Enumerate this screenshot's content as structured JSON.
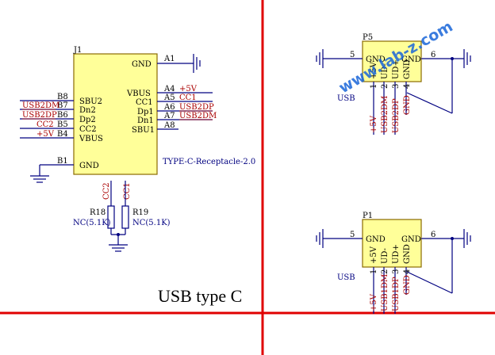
{
  "title": "USB type C",
  "watermark": "www.lab-z.com",
  "j1": {
    "ref": "J1",
    "part": "TYPE-C-Receptacle-2.0",
    "left_pins": [
      {
        "num": "B8",
        "name": "SBU2",
        "net": ""
      },
      {
        "num": "B7",
        "name": "Dn2",
        "net": "USB2DM"
      },
      {
        "num": "B6",
        "name": "Dp2",
        "net": "USB2DP"
      },
      {
        "num": "B5",
        "name": "CC2",
        "net": "CC2"
      },
      {
        "num": "B4",
        "name": "VBUS",
        "net": "+5V"
      },
      {
        "num": "B1",
        "name": "GND",
        "net": ""
      }
    ],
    "right_pins": [
      {
        "num": "A1",
        "name": "GND",
        "net": ""
      },
      {
        "num": "A4",
        "name": "VBUS",
        "net": "+5V"
      },
      {
        "num": "A5",
        "name": "CC1",
        "net": "CC1"
      },
      {
        "num": "A6",
        "name": "Dp1",
        "net": "USB2DP"
      },
      {
        "num": "A7",
        "name": "Dn1",
        "net": "USB2DM"
      },
      {
        "num": "A8",
        "name": "SBU1",
        "net": ""
      }
    ]
  },
  "resistors": [
    {
      "ref": "R18",
      "value": "NC(5.1K)",
      "net": "CC2"
    },
    {
      "ref": "R19",
      "value": "NC(5.1K)",
      "net": "CC1"
    }
  ],
  "p5": {
    "ref": "P5",
    "label": "USB",
    "pin_left_num": "5",
    "pin_left_name": "GND",
    "pin_right_num": "6",
    "pin_right_name": "GND",
    "bottom_pins": [
      {
        "num": "1",
        "name": "+5V",
        "net": "+5V"
      },
      {
        "num": "2",
        "name": "UD-",
        "net": "USB2DM"
      },
      {
        "num": "3",
        "name": "UD+",
        "net": "USB2DP"
      },
      {
        "num": "4",
        "name": "GND",
        "net": "GND"
      }
    ]
  },
  "p1": {
    "ref": "P1",
    "label": "USB",
    "pin_left_num": "5",
    "pin_left_name": "GND",
    "pin_right_num": "6",
    "pin_right_name": "GND",
    "bottom_pins": [
      {
        "num": "1",
        "name": "+5V",
        "net": "+5V"
      },
      {
        "num": "2",
        "name": "UD-",
        "net": "USB1DM"
      },
      {
        "num": "3",
        "name": "UD+",
        "net": "USB1DP"
      },
      {
        "num": "4",
        "name": "GND",
        "net": "GND"
      }
    ]
  },
  "colors": {
    "border": "#e00000",
    "wire": "#000080",
    "net_label": "#aa0000",
    "body": "#ffff99",
    "watermark": "#1a66d9"
  }
}
